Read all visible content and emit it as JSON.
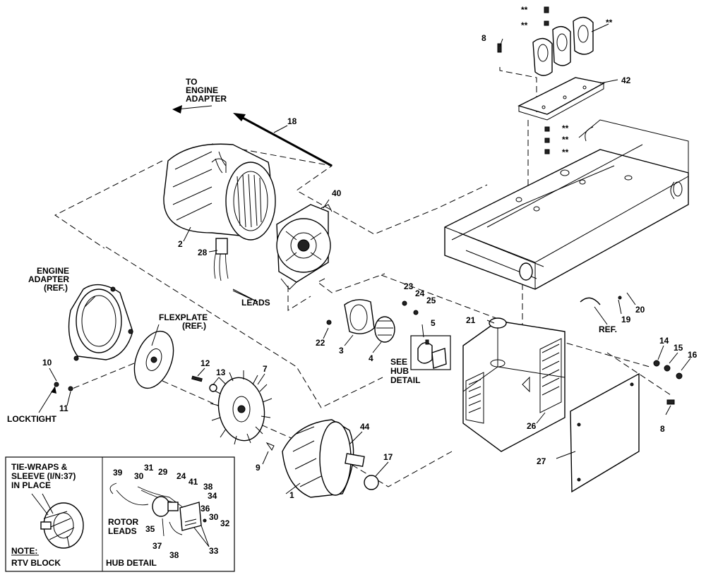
{
  "labels": {
    "to_engine_adapter": [
      "TO",
      "ENGINE",
      "ADAPTER"
    ],
    "engine_adapter_ref": [
      "ENGINE",
      "ADAPTER",
      "(REF.)"
    ],
    "flexplate_ref": [
      "FLEXPLATE",
      "(REF.)"
    ],
    "leads": "LEADS",
    "locktight": "LOCKTIGHT",
    "see_hub_detail": [
      "SEE",
      "HUB",
      "DETAIL"
    ],
    "ref": "REF.",
    "rotor_leads": [
      "ROTOR",
      "LEADS"
    ],
    "tie_wraps": [
      "TIE-WRAPS &",
      "SLEEVE (I/N:37)",
      "IN PLACE"
    ],
    "note": "NOTE:",
    "rtv_block": "RTV BLOCK",
    "hub_detail": "HUB DETAIL"
  },
  "callouts": {
    "n1": "1",
    "n2": "2",
    "n3": "3",
    "n4": "4",
    "n5": "5",
    "n7": "7",
    "n8a": "8",
    "n8b": "8",
    "n9": "9",
    "n10": "10",
    "n11": "11",
    "n12": "12",
    "n13": "13",
    "n14": "14",
    "n15": "15",
    "n16": "16",
    "n17": "17",
    "n18": "18",
    "n19": "19",
    "n20": "20",
    "n21": "21",
    "n22": "22",
    "n23": "23",
    "n24a": "24",
    "n25": "25",
    "n26": "26",
    "n27": "27",
    "n28": "28",
    "n40": "40",
    "n42": "42",
    "n44": "44",
    "star1": "**",
    "star2": "**",
    "star3": "**",
    "star4": "**",
    "star5": "**",
    "star6": "**",
    "h29": "29",
    "h30a": "30",
    "h30b": "30",
    "h31": "31",
    "h32": "32",
    "h33": "33",
    "h34": "34",
    "h35": "35",
    "h36": "36",
    "h37": "37",
    "h38a": "38",
    "h38b": "38",
    "h39": "39",
    "h41": "41",
    "h24": "24"
  }
}
